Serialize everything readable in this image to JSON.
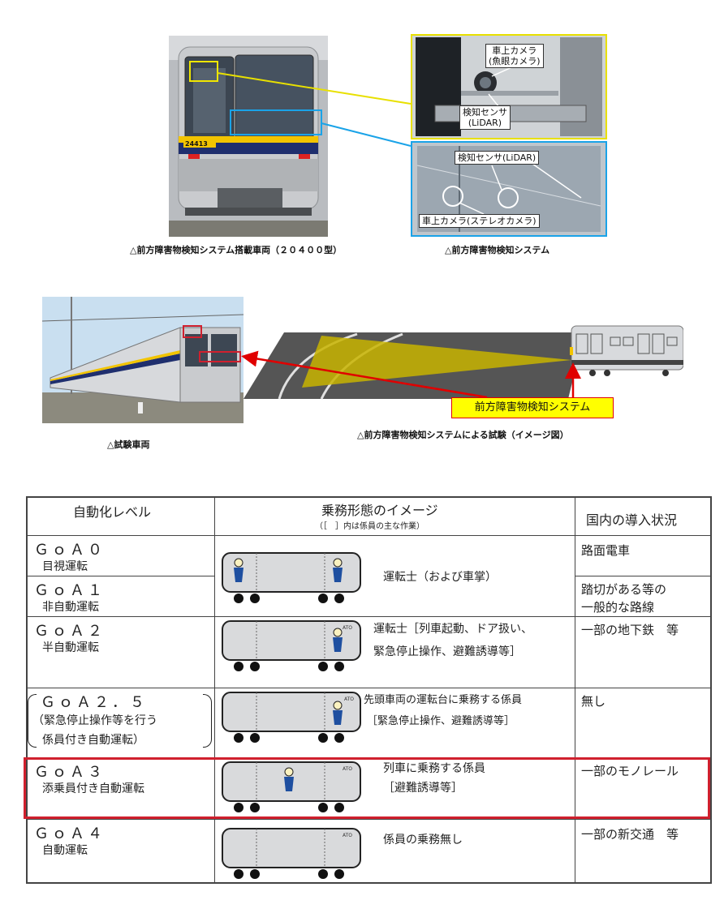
{
  "captions": {
    "vehicle": "△前方障害物検知システム搭載車両（２０４００型）",
    "system": "△前方障害物検知システム",
    "test_vehicle": "△試験車両",
    "test_image": "△前方障害物検知システムによる試験（イメージ図）"
  },
  "train_number": "24413",
  "callouts": {
    "camera_fisheye_1": "車上カメラ",
    "camera_fisheye_2": "(魚眼カメラ)",
    "lidar_1": "検知センサ",
    "lidar_2": "(LiDAR)",
    "lidar_full": "検知センサ(LiDAR)",
    "stereo_camera": "車上カメラ(ステレオカメラ)",
    "system_label": "前方障害物検知システム"
  },
  "colors": {
    "highlight_red": "#d0202e",
    "callout_yellow": "#ffff00",
    "sensor_cone": "#c8b400",
    "cyan_link": "#1aa3e8",
    "yellow_link": "#e8e000"
  },
  "table": {
    "headers": {
      "level": "自動化レベル",
      "image": "乗務形態のイメージ",
      "image_note": "（［　］内は係員の主な作業）",
      "status": "国内の導入状況"
    },
    "ato": "ATO",
    "rows": [
      {
        "title": "ＧｏＡ０",
        "sub": "目視運転",
        "status": "路面電車"
      },
      {
        "title": "ＧｏＡ１",
        "sub": "非自動運転",
        "status_1": "踏切がある等の",
        "status_2": "一般的な路線"
      },
      {
        "title": "ＧｏＡ２",
        "sub": "半自動運転",
        "desc_1": "運転士［列車起動、ドア扱い、",
        "desc_2": "緊急停止操作、避難誘導等］",
        "status": "一部の地下鉄　等"
      },
      {
        "title": "ＧｏＡ２．５",
        "sub_1": "（緊急停止操作等を行う",
        "sub_2": "係員付き自動運転）",
        "desc_1": "先頭車両の運転台に乗務する係員",
        "desc_2": "［緊急停止操作、避難誘導等］",
        "status": "無し"
      },
      {
        "title": "ＧｏＡ３",
        "sub": "添乗員付き自動運転",
        "desc_1": "列車に乗務する係員",
        "desc_2": "［避難誘導等］",
        "status": "一部のモノレール"
      },
      {
        "title": "ＧｏＡ４",
        "sub": "自動運転",
        "desc": "係員の乗務無し",
        "status": "一部の新交通　等"
      }
    ],
    "goa01_desc": "運転士（および車掌）"
  }
}
